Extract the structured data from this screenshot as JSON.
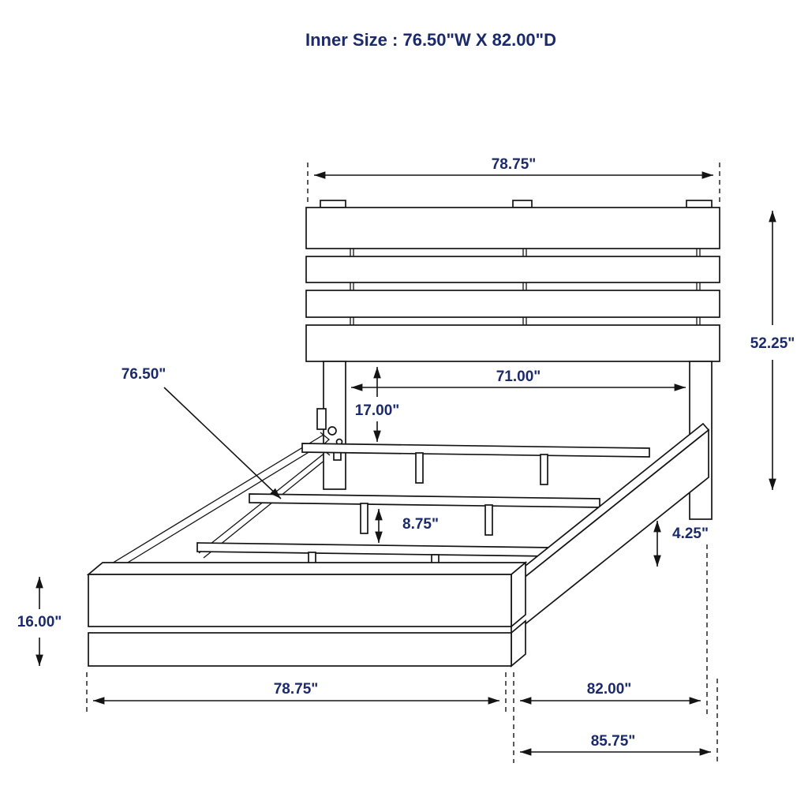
{
  "title": "Inner Size : 76.50\"W X 82.00\"D",
  "colors": {
    "text": "#1b2a6b",
    "line": "#141414",
    "background": "#ffffff"
  },
  "labels": {
    "headboard_width": "78.75\"",
    "headboard_height": "52.25\"",
    "inner_width": "71.00\"",
    "headboard_to_slat": "17.00\"",
    "slat_length": "76.50\"",
    "slat_spacing": "8.75\"",
    "rail_height": "4.25\"",
    "footboard_height": "16.00\"",
    "footboard_width": "78.75\"",
    "inner_depth": "82.00\"",
    "overall_depth": "85.75\""
  }
}
